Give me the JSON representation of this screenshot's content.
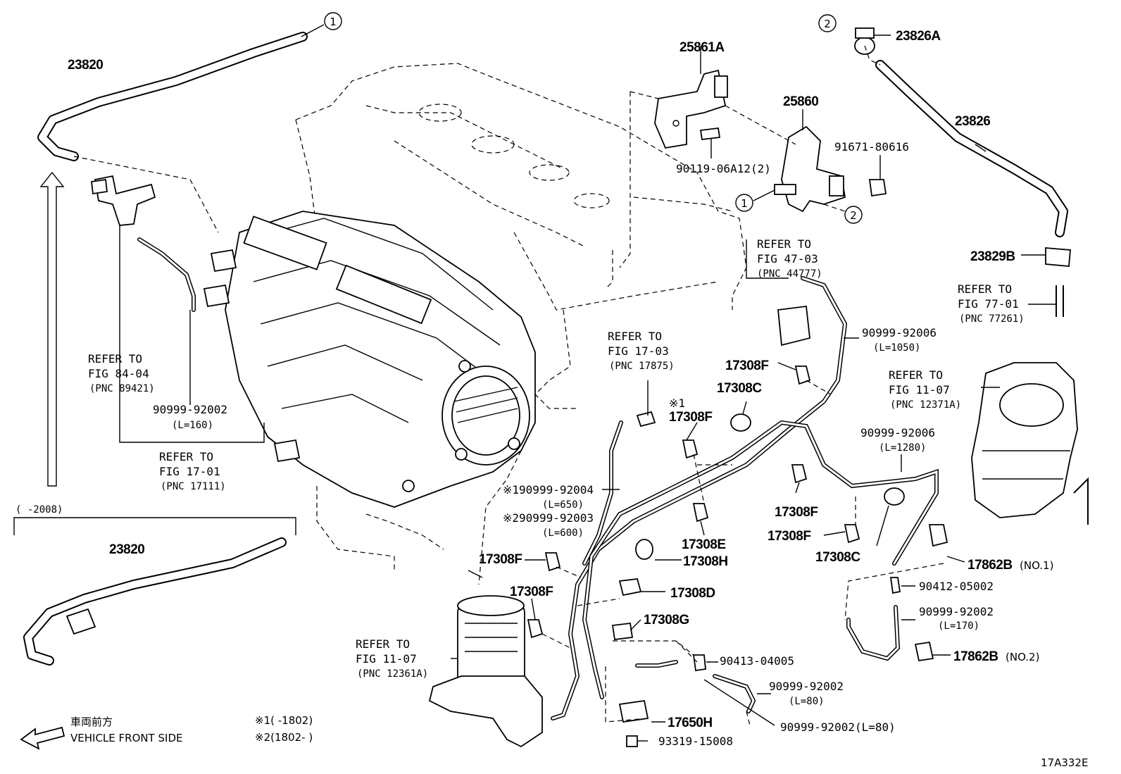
{
  "labels": {
    "p23820_top": "23820",
    "p23820_bottom": "23820",
    "p25861A": "25861A",
    "p25860": "25860",
    "p23826A": "23826A",
    "p23826": "23826",
    "p23829B": "23829B",
    "p91671": "91671-80616",
    "p90119": "90119-06A12(2)",
    "p17308F_1": "17308F",
    "p17308C_1": "17308C",
    "p17308F_2": "17308F",
    "p17308F_3": "17308F",
    "p17308F_4": "17308F",
    "p17308E": "17308E",
    "p17308H": "17308H",
    "p17308F_5": "17308F",
    "p17308F_6": "17308F",
    "p17308D": "17308D",
    "p17308G": "17308G",
    "p17308C_2": "17308C",
    "p17862B_1": "17862B",
    "p17862B_1_note": "(NO.1)",
    "p17862B_2": "17862B",
    "p17862B_2_note": "(NO.2)",
    "p90412": "90412-05002",
    "p90413": "90413-04005",
    "p17650H": "17650H",
    "p93319": "93319-15008",
    "hose_92006_a": "90999-92006",
    "hose_92006_a_len": "(L=1050)",
    "hose_92006_b": "90999-92006",
    "hose_92006_b_len": "(L=1280)",
    "hose_92002_a": "90999-92002",
    "hose_92002_a_len": "(L=160)",
    "hose_92002_b": "90999-92002",
    "hose_92002_b_len": "(L=170)",
    "hose_92002_c": "90999-92002",
    "hose_92002_c_len": "(L=80)",
    "hose_92002_d": "90999-92002(L=80)",
    "hose_92004": "※190999-92004",
    "hose_92004_len": "(L=650)",
    "hose_92003": "※290999-92003",
    "hose_92003_len": "(L=600)",
    "star1": "※1",
    "callout_1": "1",
    "callout_2": "2",
    "range_2008": "(      -2008)"
  },
  "refs": {
    "r4703": [
      "REFER TO",
      "FIG 47-03",
      "(PNC 44777)"
    ],
    "r7701": [
      "REFER TO",
      "FIG 77-01",
      "(PNC 77261)"
    ],
    "r1703": [
      "REFER TO",
      "FIG 17-03",
      "(PNC 17875)"
    ],
    "r1107a": [
      "REFER TO",
      "FIG 11-07",
      "(PNC 12371A)"
    ],
    "r8404": [
      "REFER TO",
      "FIG 84-04",
      "(PNC 89421)"
    ],
    "r1701": [
      "REFER TO",
      "FIG 17-01",
      "(PNC 17111)"
    ],
    "r1107b": [
      "REFER TO",
      "FIG 11-07",
      "(PNC 12361A)"
    ]
  },
  "footer": {
    "front_jp": "車両前方",
    "front_en": "VEHICLE FRONT SIDE",
    "note1": "※1(     -1802)",
    "note2": "※2(1802-      )",
    "code": "17A332E"
  }
}
